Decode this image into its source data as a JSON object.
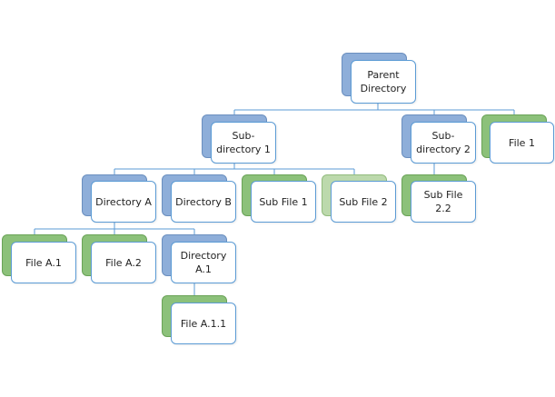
{
  "colors": {
    "connector": "#5b9bd5",
    "directory_back": "#8eaed9",
    "file_back": "#8cc17a",
    "subfile_back": "#bcd9ac"
  },
  "nodes": {
    "parent": "Parent Directory",
    "subdir1": "Sub-directory 1",
    "subdir2": "Sub-directory 2",
    "file1": "File 1",
    "dirA": "Directory A",
    "dirB": "Directory B",
    "subfile1": "Sub File 1",
    "subfile2": "Sub File 2",
    "subfile22": "Sub File 2.2",
    "fileA1": "File A.1",
    "fileA2": "File A.2",
    "dirA1": "Directory A.1",
    "fileA11": "File A.1.1"
  }
}
